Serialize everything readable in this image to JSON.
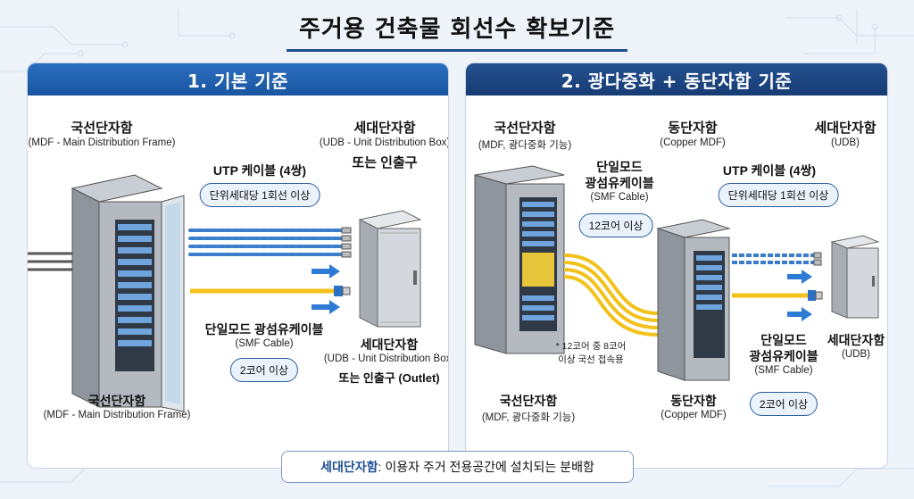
{
  "title": "주거용 건축물 회선수 확보기준",
  "left_panel": {
    "header": "1. 기본 기준",
    "mdf_top_label": "국선단자함",
    "mdf_top_sub": "(MDF - Main Distribution Frame)",
    "udb_top_label": "세대단자함",
    "udb_top_sub": "(UDB - Unit Distribution Box)",
    "udb_top_label2": "또는 인출구",
    "utp_label": "UTP 케이블 (4쌍)",
    "utp_pill": "단위세대당 1회선 이상",
    "smf_label": "단일모드 광섬유케이블",
    "smf_sub": "(SMF Cable)",
    "smf_pill": "2코어 이상",
    "udb_bottom_label": "세대단자함",
    "udb_bottom_sub": "(UDB - Unit Distribution Box)",
    "udb_bottom_label2": "또는 인출구 (Outlet)",
    "mdf_bottom_label": "국선단자함",
    "mdf_bottom_sub": "(MDF - Main Distribution Frame)"
  },
  "right_panel": {
    "header": "2. 광다중화 + 동단자함 기준",
    "mdf_top_label": "국선단자함",
    "mdf_top_sub": "(MDF, 광다중화 기능)",
    "copper_top_label": "동단자함",
    "copper_top_sub": "(Copper MDF)",
    "udb_top_label": "세대단자함",
    "udb_top_sub": "(UDB)",
    "smf_label_1": "단일모드",
    "smf_label_2": "광섬유케이블",
    "smf_sub": "(SMF Cable)",
    "smf_pill": "12코어 이상",
    "utp_label": "UTP 케이블 (4쌍)",
    "utp_pill": "단위세대당 1회선 이상",
    "note_1": "* 12코어 중 8코어",
    "note_2": "이상 국선 접속용",
    "smf2_label_1": "단일모드",
    "smf2_label_2": "광섬유케이블",
    "smf2_sub": "(SMF Cable)",
    "smf2_pill": "2코어 이상",
    "udb_bottom_label": "세대단자함",
    "udb_bottom_sub": "(UDB)",
    "mdf_bottom_label": "국선단자함",
    "mdf_bottom_sub": "(MDF, 광다중화 기능)",
    "copper_bottom_label": "동단자함",
    "copper_bottom_sub": "(Copper MDF)"
  },
  "footer": {
    "term": "세대단자함",
    "definition": " : 이용자 주거 전용공간에 설치되는 분배함"
  },
  "colors": {
    "primary_blue": "#1a55a0",
    "utp_blue": "#3a7cc9",
    "fiber_yellow": "#f2c21b",
    "arrow_blue": "#2e7bd6"
  }
}
